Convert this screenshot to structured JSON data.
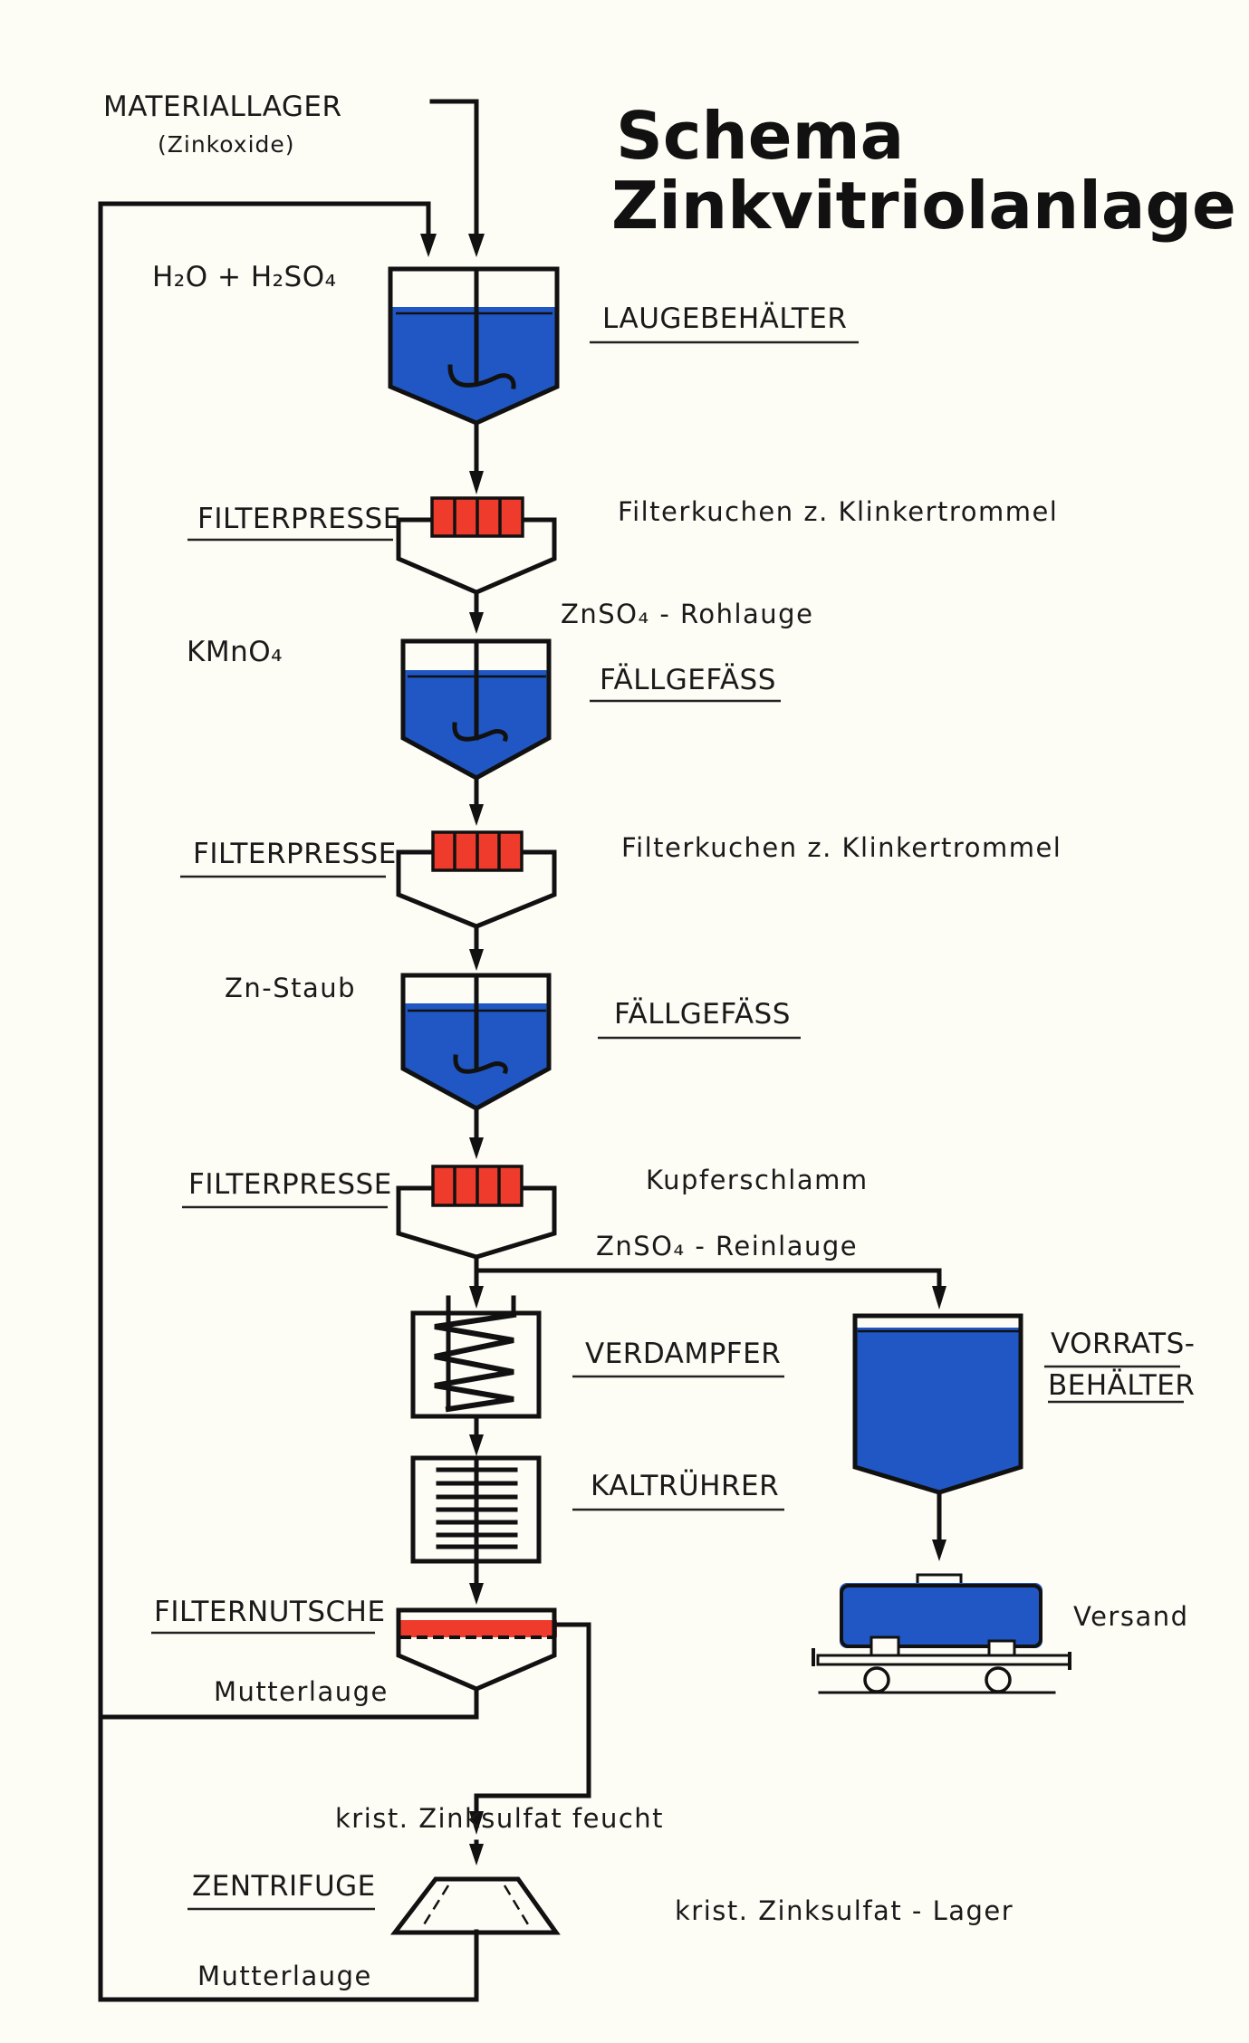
{
  "title": {
    "line1": "Schema",
    "line2": "Zinkvitriolanlage"
  },
  "colors": {
    "liquid": "#2057c4",
    "filter_cake": "#ef3b2c",
    "line": "#111111",
    "paper": "#fdfcf5"
  },
  "inputs": {
    "materiallager": "MATERIALLAGER",
    "materiallager_sub": "(Zinkoxide)",
    "acid": "H₂O + H₂SO₄",
    "kmno4": "KMnO₄",
    "zn_staub": "Zn-Staub"
  },
  "equipment": [
    {
      "id": "laugebehaelter",
      "label": "LAUGEBEHÄLTER",
      "type": "stirred-tank"
    },
    {
      "id": "filterpresse-1",
      "label": "FILTERPRESSE",
      "type": "filter-press",
      "output_side": "Filterkuchen z. Klinkertrommel"
    },
    {
      "id": "faellgefaess-1",
      "label": "FÄLLGEFÄSS",
      "type": "stirred-tank"
    },
    {
      "id": "filterpresse-2",
      "label": "FILTERPRESSE",
      "type": "filter-press",
      "output_side": "Filterkuchen z. Klinkertrommel"
    },
    {
      "id": "faellgefaess-2",
      "label": "FÄLLGEFÄSS",
      "type": "stirred-tank"
    },
    {
      "id": "filterpresse-3",
      "label": "FILTERPRESSE",
      "type": "filter-press",
      "output_side": "Kupferschlamm"
    },
    {
      "id": "verdampfer",
      "label": "VERDAMPFER",
      "type": "evaporator"
    },
    {
      "id": "kaltruehrer",
      "label": "KALTRÜHRER",
      "type": "cooling-stirrer"
    },
    {
      "id": "filternutsche",
      "label": "FILTERNUTSCHE",
      "type": "suction-filter"
    },
    {
      "id": "zentrifuge",
      "label": "ZENTRIFUGE",
      "type": "centrifuge"
    },
    {
      "id": "vorratsbehaelter",
      "label_line1": "VORRATS-",
      "label_line2": "BEHÄLTER",
      "type": "storage-tank"
    },
    {
      "id": "versand",
      "label": "Versand",
      "type": "tank-wagon"
    }
  ],
  "streams": {
    "rohlauge": "ZnSO₄ - Rohlauge",
    "reinlauge": "ZnSO₄ - Reinlauge",
    "mutterlauge_1": "Mutterlauge",
    "mutterlauge_2": "Mutterlauge",
    "feucht": "krist. Zinksulfat feucht",
    "lager": "krist. Zinksulfat - Lager"
  }
}
